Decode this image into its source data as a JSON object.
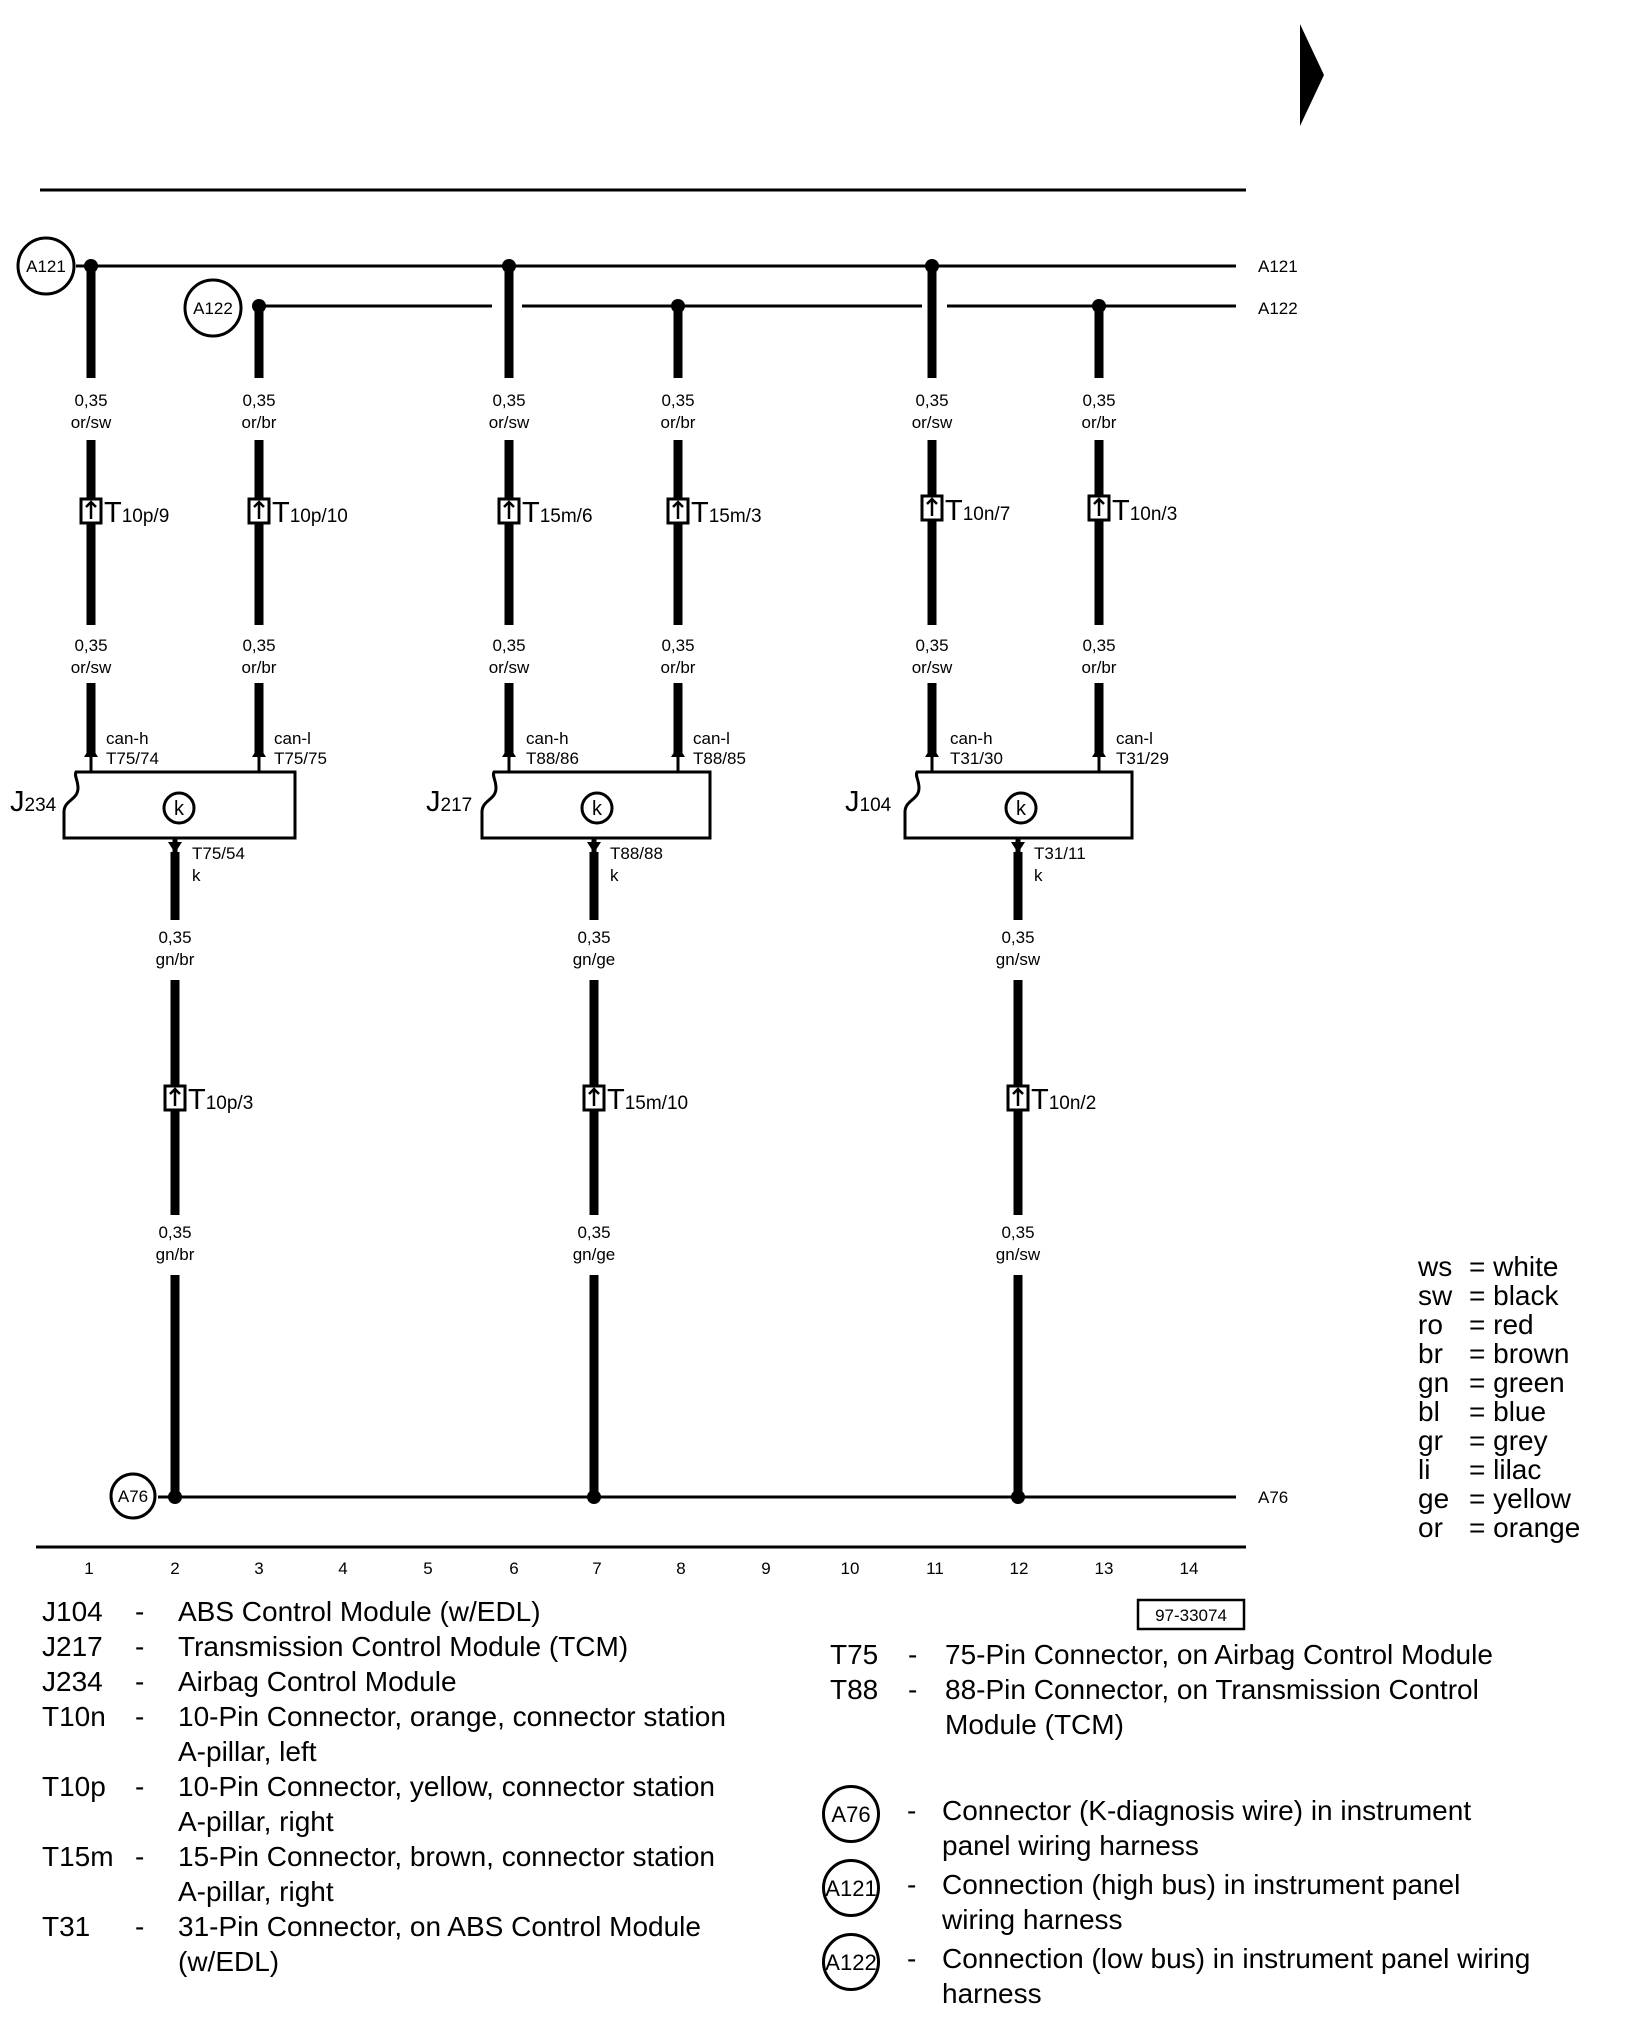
{
  "diagram_id": "97-33074",
  "buses": {
    "a121": "A121",
    "a122": "A122",
    "a76": "A76"
  },
  "wires": {
    "w1_top": [
      "0,35",
      "or/sw"
    ],
    "w1_bot": [
      "0,35",
      "or/sw"
    ],
    "w1_conn": "T10p/9",
    "w3_top": [
      "0,35",
      "or/br"
    ],
    "w3_bot": [
      "0,35",
      "or/br"
    ],
    "w3_conn": "T10p/10",
    "w6_top": [
      "0,35",
      "or/sw"
    ],
    "w6_bot": [
      "0,35",
      "or/sw"
    ],
    "w6_conn": "T15m/6",
    "w8_top": [
      "0,35",
      "or/br"
    ],
    "w8_bot": [
      "0,35",
      "or/br"
    ],
    "w8_conn": "T15m/3",
    "w11_top": [
      "0,35",
      "or/sw"
    ],
    "w11_bot": [
      "0,35",
      "or/sw"
    ],
    "w11_conn": "T10n/7",
    "w13_top": [
      "0,35",
      "or/br"
    ],
    "w13_bot": [
      "0,35",
      "or/br"
    ],
    "w13_conn": "T10n/3",
    "k2_top": [
      "0,35",
      "gn/br"
    ],
    "k2_bot": [
      "0,35",
      "gn/br"
    ],
    "k2_conn": "T10p/3",
    "k7_top": [
      "0,35",
      "gn/ge"
    ],
    "k7_bot": [
      "0,35",
      "gn/ge"
    ],
    "k7_conn": "T15m/10",
    "k12_top": [
      "0,35",
      "gn/sw"
    ],
    "k12_bot": [
      "0,35",
      "gn/sw"
    ],
    "k12_conn": "T10n/2"
  },
  "modules": {
    "j234": {
      "id": "J234",
      "pin_h": [
        "can-h",
        "T75/74"
      ],
      "pin_l": [
        "can-l",
        "T75/75"
      ],
      "pin_k": [
        "T75/54",
        "k"
      ],
      "symbol": "k"
    },
    "j217": {
      "id": "J217",
      "pin_h": [
        "can-h",
        "T88/86"
      ],
      "pin_l": [
        "can-l",
        "T88/85"
      ],
      "pin_k": [
        "T88/88",
        "k"
      ],
      "symbol": "k"
    },
    "j104": {
      "id": "J104",
      "pin_h": [
        "can-h",
        "T31/30"
      ],
      "pin_l": [
        "can-l",
        "T31/29"
      ],
      "pin_k": [
        "T31/11",
        "k"
      ],
      "symbol": "k"
    }
  },
  "ruler": [
    "1",
    "2",
    "3",
    "4",
    "5",
    "6",
    "7",
    "8",
    "9",
    "10",
    "11",
    "12",
    "13",
    "14"
  ],
  "color_codes": [
    [
      "ws",
      "= white"
    ],
    [
      "sw",
      "= black"
    ],
    [
      "ro",
      "= red"
    ],
    [
      "br",
      "= brown"
    ],
    [
      "gn",
      "= green"
    ],
    [
      "bl",
      "= blue"
    ],
    [
      "gr",
      "= grey"
    ],
    [
      "li",
      "= lilac"
    ],
    [
      "ge",
      "= yellow"
    ],
    [
      "or",
      "= orange"
    ]
  ],
  "legend_left": [
    {
      "key": "J104",
      "desc": [
        "ABS Control Module (w/EDL)"
      ]
    },
    {
      "key": "J217",
      "desc": [
        "Transmission Control Module (TCM)"
      ]
    },
    {
      "key": "J234",
      "desc": [
        "Airbag Control Module"
      ]
    },
    {
      "key": "T10n",
      "desc": [
        "10-Pin Connector, orange, connector station",
        "A-pillar, left"
      ]
    },
    {
      "key": "T10p",
      "desc": [
        "10-Pin Connector, yellow, connector station",
        "A-pillar, right"
      ]
    },
    {
      "key": "T15m",
      "desc": [
        "15-Pin Connector, brown, connector station",
        "A-pillar, right"
      ]
    },
    {
      "key": "T31",
      "desc": [
        "31-Pin Connector, on ABS Control Module",
        "(w/EDL)"
      ]
    }
  ],
  "legend_right": [
    {
      "key": "T75",
      "desc": [
        "75-Pin Connector, on Airbag Control Module"
      ]
    },
    {
      "key": "T88",
      "desc": [
        "88-Pin Connector, on Transmission Control",
        "Module (TCM)"
      ]
    }
  ],
  "legend_circles": [
    {
      "key": "A76",
      "desc": [
        "Connector (K-diagnosis wire) in instrument",
        "panel wiring harness"
      ]
    },
    {
      "key": "A121",
      "desc": [
        "Connection (high bus) in instrument panel",
        "wiring harness"
      ]
    },
    {
      "key": "A122",
      "desc": [
        "Connection (low bus) in instrument panel wiring",
        "harness"
      ]
    }
  ]
}
